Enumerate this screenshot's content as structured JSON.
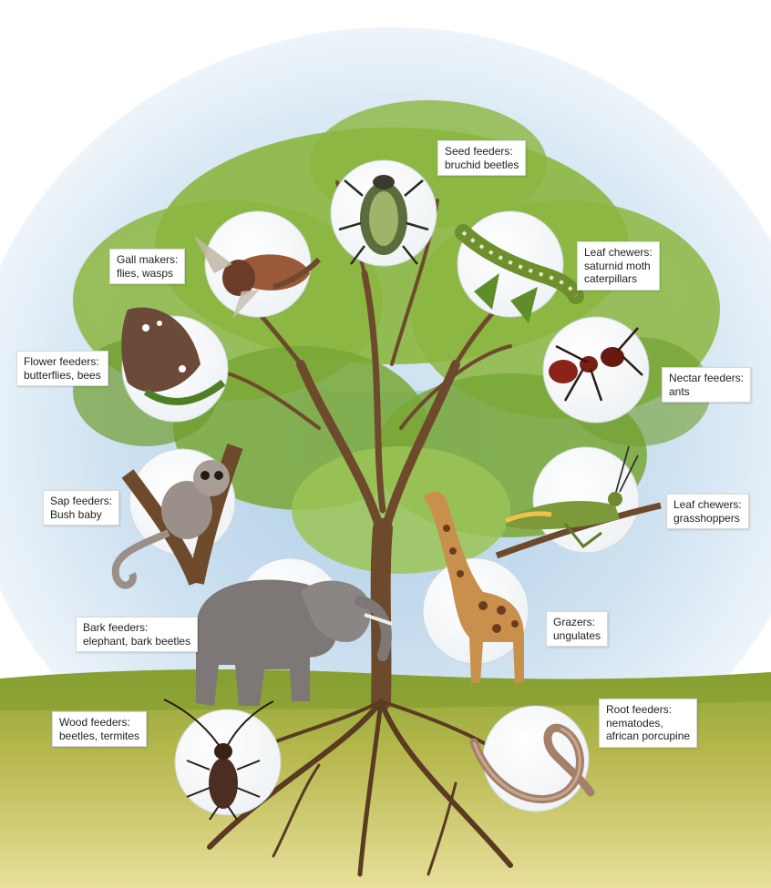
{
  "labels": [
    {
      "key": "seed",
      "line1": "Seed feeders:",
      "line2": "bruchid beetles",
      "line3": ""
    },
    {
      "key": "gall",
      "line1": "Gall makers:",
      "line2": "flies, wasps",
      "line3": ""
    },
    {
      "key": "leafm",
      "line1": "Leaf chewers:",
      "line2": "saturnid moth",
      "line3": "caterpillars"
    },
    {
      "key": "flower",
      "line1": "Flower feeders:",
      "line2": "butterflies, bees",
      "line3": ""
    },
    {
      "key": "nectar",
      "line1": "Nectar feeders:",
      "line2": "ants",
      "line3": ""
    },
    {
      "key": "sap",
      "line1": "Sap feeders:",
      "line2": "Bush baby",
      "line3": ""
    },
    {
      "key": "leafg",
      "line1": "Leaf chewers:",
      "line2": "grasshoppers",
      "line3": ""
    },
    {
      "key": "bark",
      "line1": "Bark feeders:",
      "line2": "elephant, bark beetles",
      "line3": ""
    },
    {
      "key": "graze",
      "line1": "Grazers:",
      "line2": "ungulates",
      "line3": ""
    },
    {
      "key": "wood",
      "line1": "Wood feeders:",
      "line2": "beetles, termites",
      "line3": ""
    },
    {
      "key": "root",
      "line1": "Root feeders:",
      "line2": "nematodes,",
      "line3": "african porcupine"
    }
  ],
  "colors": {
    "sky": "#c9def0",
    "foliage": "#86b23c",
    "grass": "#a9b548",
    "trunk": "#6e4a2c",
    "circle": "#ffffff"
  },
  "icons": [
    "beetle-icon",
    "fly-icon",
    "caterpillar-icon",
    "butterfly-icon",
    "ant-icon",
    "bushbaby-icon",
    "grasshopper-icon",
    "elephant-icon",
    "giraffe-icon",
    "longhorn-beetle-icon",
    "worm-icon"
  ]
}
